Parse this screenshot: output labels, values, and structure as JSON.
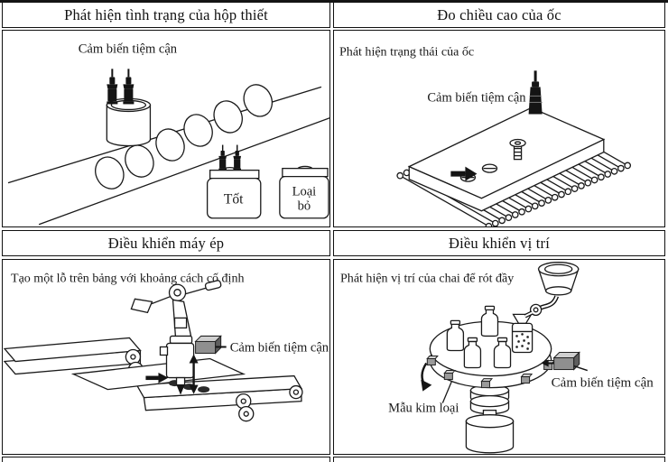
{
  "page": {
    "background": "#ffffff",
    "line_color": "#1a1a1a",
    "sensor_gray": "#8f8f8f"
  },
  "panels": {
    "box_status": {
      "title": "Phát hiện tình trạng của hộp thiết",
      "sensor_label": "Cảm biến tiệm cận",
      "good_box_label": "Tốt",
      "reject_box_label_line1": "Loại",
      "reject_box_label_line2": "bỏ"
    },
    "screw_height": {
      "title": "Đo chiều cao của ốc",
      "subtitle": "Phát hiện trạng thái của ốc",
      "sensor_label": "Cảm biến tiệm cận"
    },
    "press_control": {
      "title": "Điều khiển máy ép",
      "subtitle": "Tạo một lỗ trên bảng với khoảng cách cố định",
      "sensor_label": "Cảm biến tiệm cận"
    },
    "position_control": {
      "title": "Điều khiển vị trí",
      "subtitle": "Phát hiện vị trí của chai để rót đầy",
      "sensor_label": "Cảm biến tiệm cận",
      "metal_sample_label": "Mẫu kim loại"
    }
  },
  "icons": {
    "proximity_sensor": "black plug-shaped sensor",
    "proximity_sensor_box": "gray 3d box sensor",
    "arrow_right": "➔",
    "up_down_arrow": "↕",
    "rotation_arrow": "↶",
    "conveyor_rollers": "parallel roller rods",
    "funnel": "filling hopper"
  }
}
